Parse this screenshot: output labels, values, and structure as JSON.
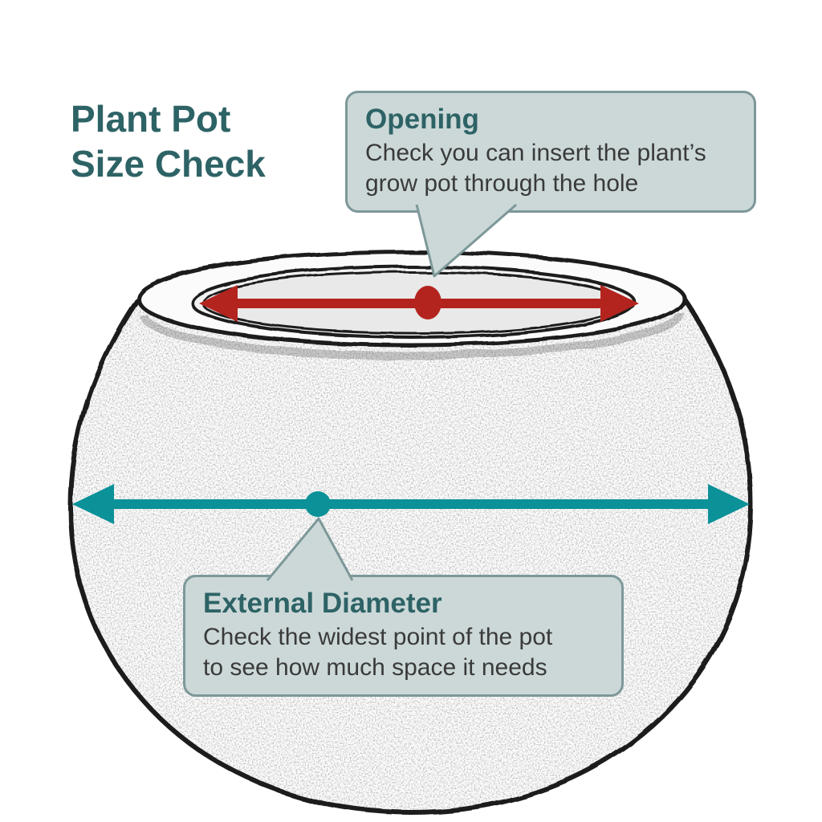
{
  "title": {
    "line1": "Plant Pot",
    "line2": "Size Check"
  },
  "callouts": {
    "opening": {
      "heading": "Opening",
      "body_line1": "Check you can insert the plant’s",
      "body_line2": "grow pot through the hole"
    },
    "external_diameter": {
      "heading": "External Diameter",
      "body_line1": "Check the widest point of the pot",
      "body_line2": "to see how much space it needs"
    }
  },
  "colors": {
    "heading_teal": "#2e6366",
    "body_text": "#3a3a3a",
    "callout_bg": "#ccd8d8",
    "callout_border": "#7d9899",
    "opening_arrow_red": "#b3241f",
    "diameter_arrow_teal": "#0b9198",
    "sketch_line": "#1d1d1d"
  }
}
